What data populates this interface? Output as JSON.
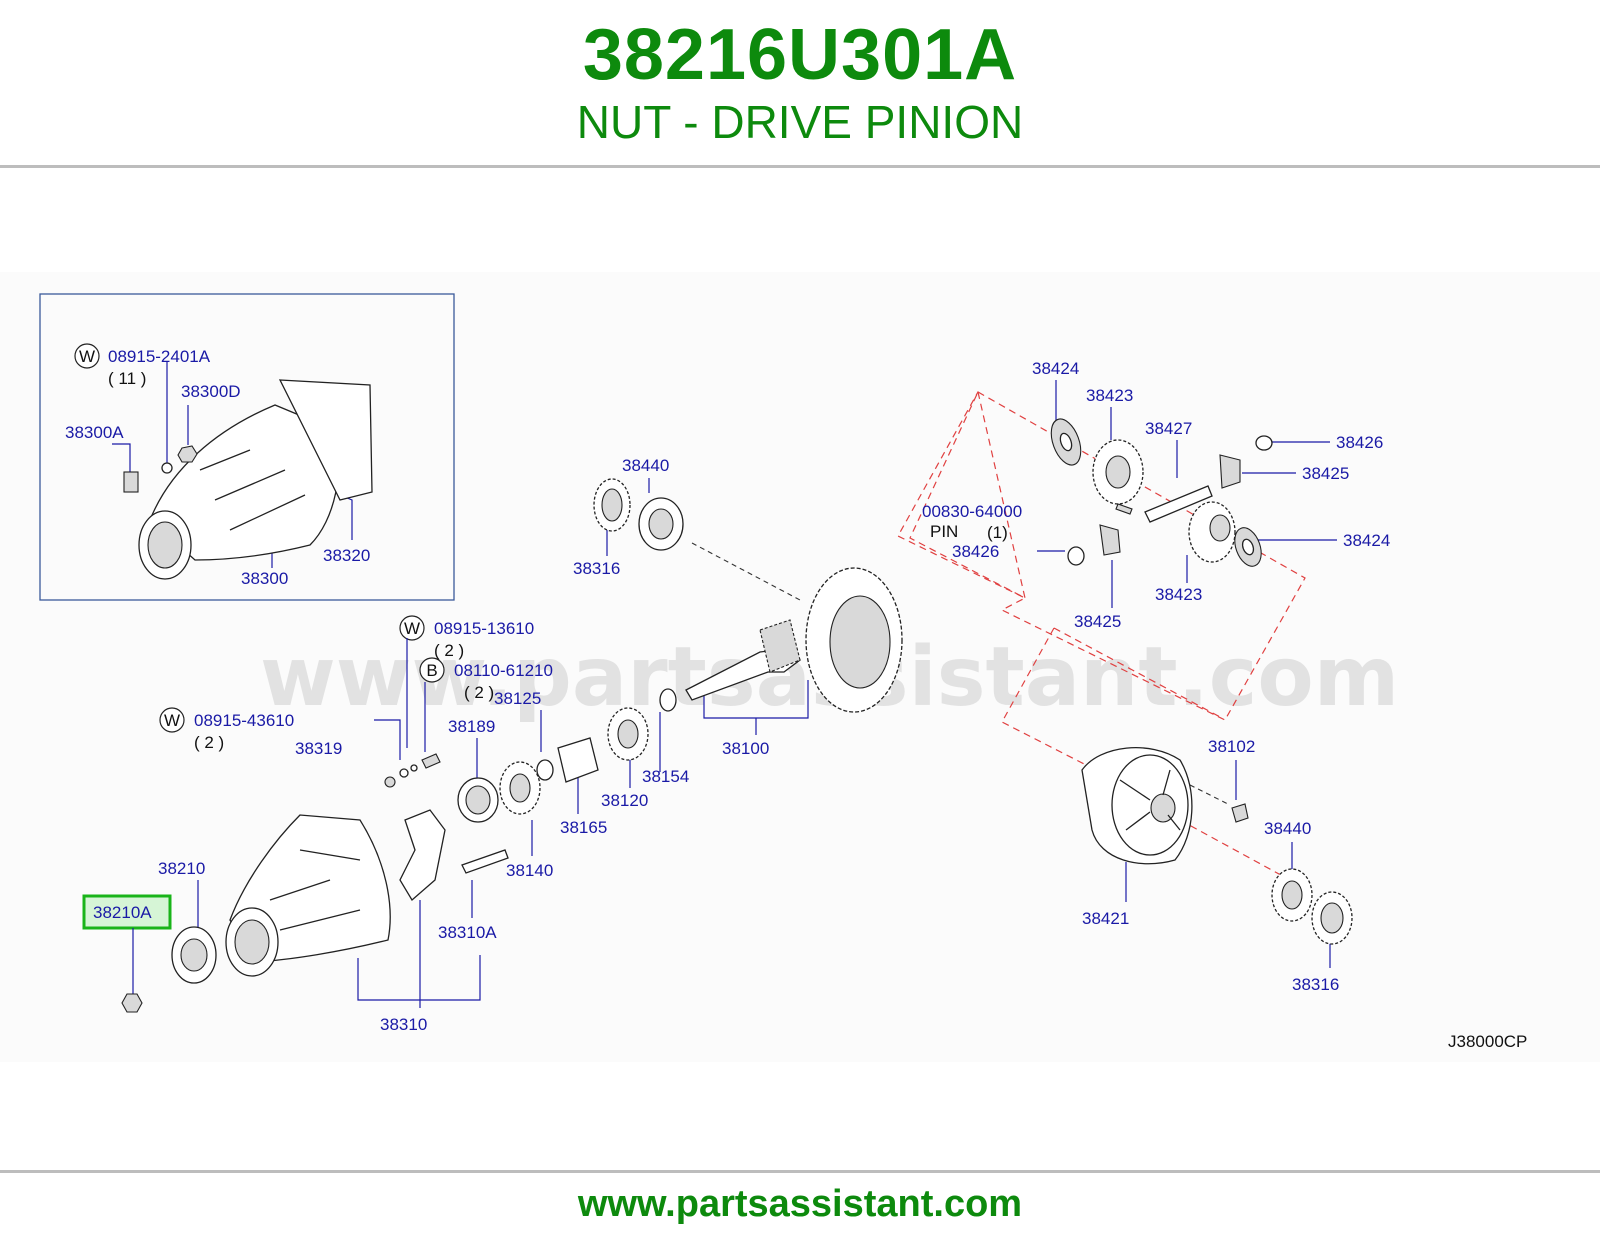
{
  "header": {
    "part_number": "38216U301A",
    "part_name": "NUT - DRIVE PINION"
  },
  "watermark": "www.partsassistant.com",
  "diagram_code": "J38000CP",
  "highlight_color": "#19b419",
  "inset_labels": {
    "w1": "W",
    "w1_code": "08915-2401A",
    "w1_qty": "( 11 )",
    "l_38300D": "38300D",
    "l_38300A": "38300A",
    "l_38320": "38320",
    "l_38300": "38300"
  },
  "labels": {
    "w2": "W",
    "w2_code": "08915-13610",
    "w2_qty": "( 2 )",
    "b1": "B",
    "b1_code": "08110-61210",
    "b1_qty": "( 2 )",
    "w3": "W",
    "w3_code": "08915-43610",
    "w3_qty": "( 2 )",
    "l_38125": "38125",
    "l_38189": "38189",
    "l_38319": "38319",
    "l_38120": "38120",
    "l_38154": "38154",
    "l_38165": "38165",
    "l_38140": "38140",
    "l_38100": "38100",
    "l_38210": "38210",
    "l_38210A": "38210A",
    "l_38310A": "38310A",
    "l_38310": "38310",
    "l_38440_top": "38440",
    "l_38316_top": "38316",
    "l_38424_top": "38424",
    "l_38423_top": "38423",
    "l_38427": "38427",
    "l_38426_r": "38426",
    "l_38425_r": "38425",
    "pin_code": "00830-64000",
    "pin_text": "PIN",
    "pin_qty": "(1)",
    "l_38426_l": "38426",
    "l_38424_r": "38424",
    "l_38423_b": "38423",
    "l_38425_b": "38425",
    "l_38102": "38102",
    "l_38440_b": "38440",
    "l_38421": "38421",
    "l_38316_b": "38316"
  },
  "footer": {
    "url": "www.partsassistant.com"
  }
}
